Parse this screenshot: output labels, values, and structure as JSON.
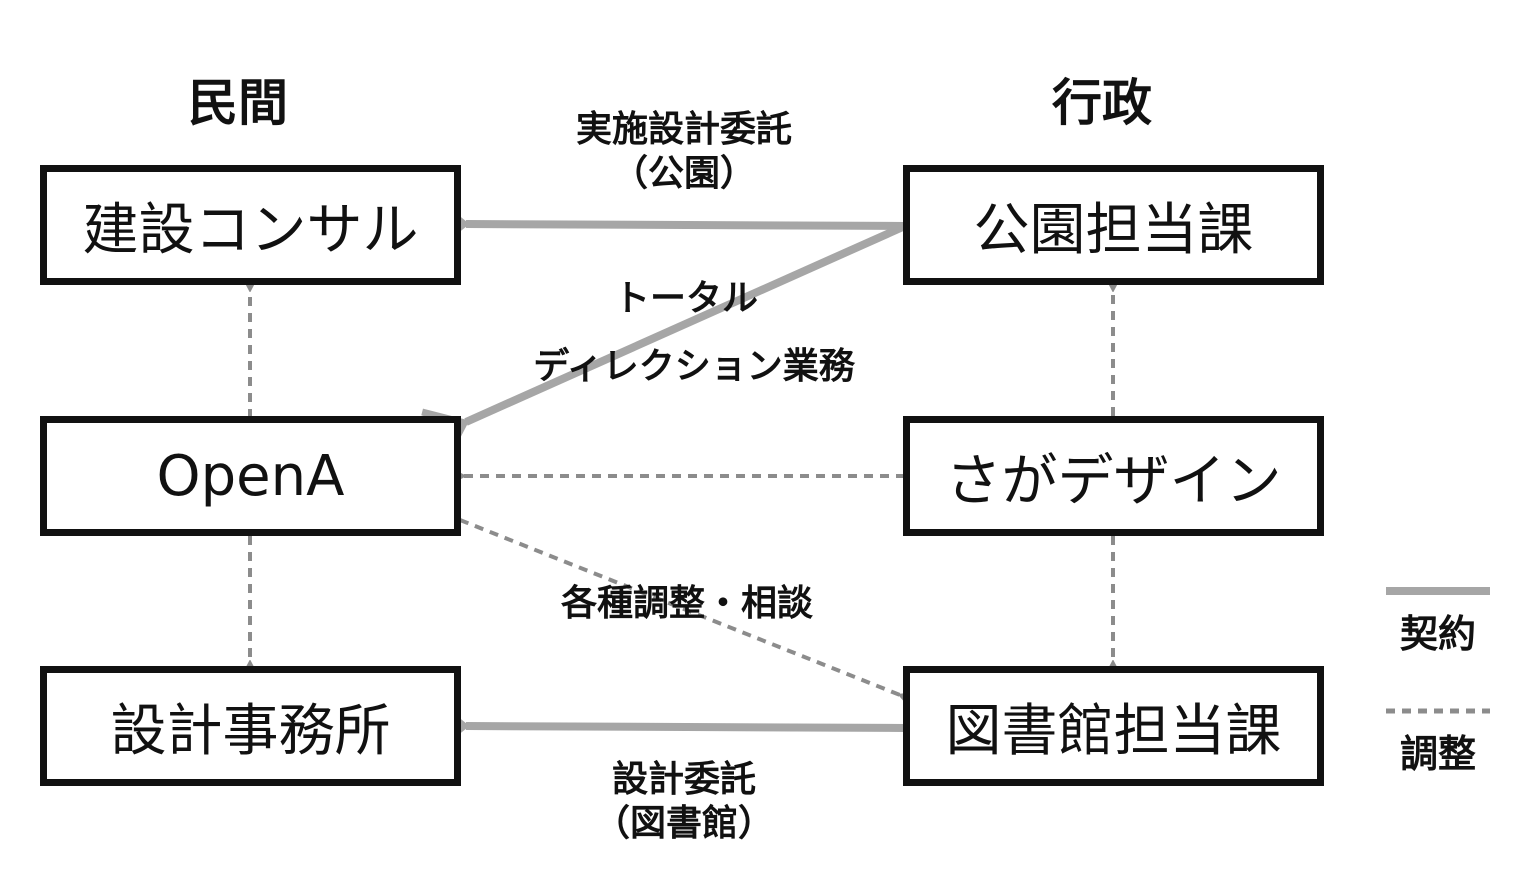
{
  "columns": {
    "left": "民間",
    "right": "行政"
  },
  "nodes": {
    "consultant": "建設コンサル",
    "opena": "OpenA",
    "architect": "設計事務所",
    "parks": "公園担当課",
    "saga": "さがデザイン",
    "library": "図書館担当課"
  },
  "edges": {
    "park_design": {
      "line1": "実施設計委託",
      "line2": "（公園）"
    },
    "total_direction": {
      "line1": "トータル",
      "line2": "ディレクション業務"
    },
    "coordination": "各種調整・相談",
    "library_design": {
      "line1": "設計委託",
      "line2": "（図書館）"
    }
  },
  "legend": {
    "contract": "契約",
    "adjust": "調整"
  },
  "colors": {
    "contract_line": "#a6a6a6",
    "adjust_line": "#8c8c8c",
    "border": "#111111"
  }
}
